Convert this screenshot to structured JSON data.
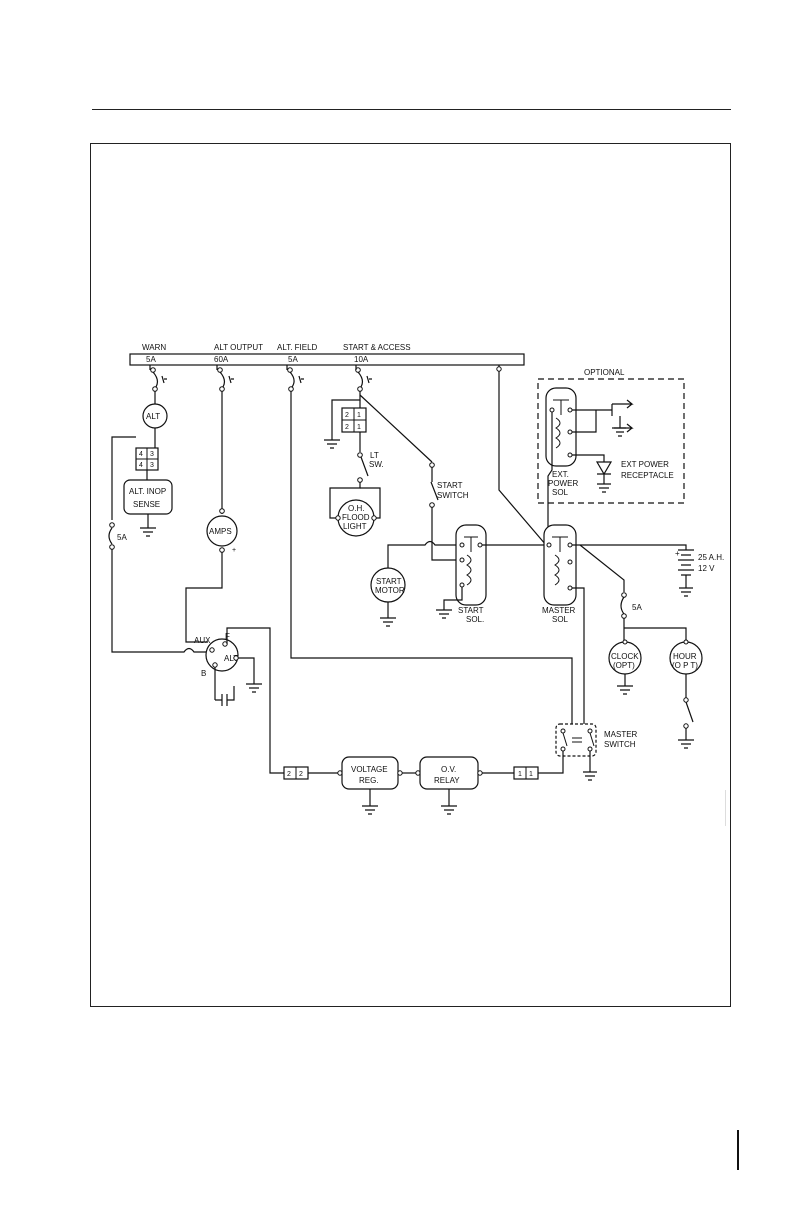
{
  "bus": {
    "warn": "WARN",
    "warn_amp": "5A",
    "alt_output": "ALT OUTPUT",
    "alt_output_amp": "60A",
    "alt_field": "ALT. FIELD",
    "alt_field_amp": "5A",
    "start_access": "START & ACCESS",
    "start_access_amp": "10A"
  },
  "components": {
    "alt_light": "ALT",
    "connector_43_a": "4",
    "connector_43_b": "3",
    "alt_inop_1": "ALT. INOP",
    "alt_inop_2": "SENSE",
    "amps": "AMPS",
    "fuse_5a_left": "5A",
    "aux": "AUX",
    "alt_f": "F",
    "alt_b": "B",
    "alternator": "ALT",
    "connector_21_a": "2",
    "connector_21_b": "1",
    "lt_sw_1": "LT",
    "lt_sw_2": "SW.",
    "flood_1": "O.H.",
    "flood_2": "FLOOD",
    "flood_3": "LIGHT",
    "start_switch_1": "START",
    "start_switch_2": "SWITCH",
    "start_motor_1": "START",
    "start_motor_2": "MOTOR",
    "start_sol_1": "START",
    "start_sol_2": "SOL.",
    "master_sol_1": "MASTER",
    "master_sol_2": "SOL",
    "optional": "OPTIONAL",
    "ext_sol_1": "EXT.",
    "ext_sol_2": "POWER",
    "ext_sol_3": "SOL",
    "ext_recept_1": "EXT POWER",
    "ext_recept_2": "RECEPTACLE",
    "battery_plus": "+",
    "battery_1": "25 A.H.",
    "battery_2": "12 V",
    "fuse_5a_right": "5A",
    "clock_1": "CLOCK",
    "clock_2": "(OPT)",
    "hour_1": "HOUR",
    "hour_2": "(O P T)",
    "master_switch_1": "MASTER",
    "master_switch_2": "SWITCH",
    "conn_22_a": "2",
    "conn_22_b": "2",
    "vreg_1": "VOLTAGE",
    "vreg_2": "REG.",
    "ov_1": "O.V.",
    "ov_2": "RELAY",
    "conn_11_a": "1",
    "conn_11_b": "1",
    "amps_plus": "+"
  }
}
